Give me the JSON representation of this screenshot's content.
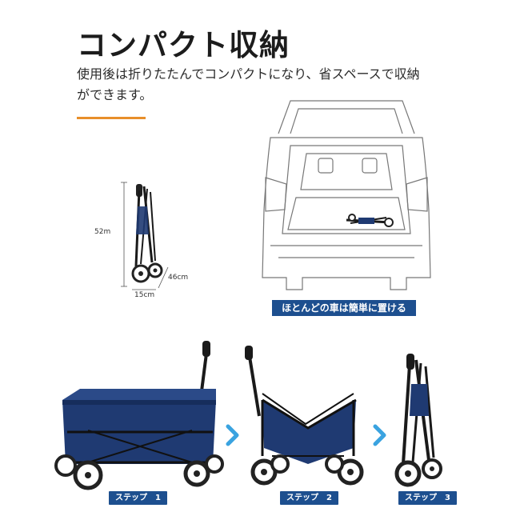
{
  "header": {
    "title": "コンパクト収納",
    "description": "使用後は折りたたんでコンパクトになり、省スペースで収納ができます。",
    "accent_color": "#e88f2a"
  },
  "dimensions": {
    "height": "52m",
    "depth": "46cm",
    "width": "15cm"
  },
  "car": {
    "caption": "ほとんどの車は簡単に置ける"
  },
  "steps": [
    {
      "label": "ステップ　1"
    },
    {
      "label": "ステップ　2"
    },
    {
      "label": "ステップ　3"
    }
  ],
  "colors": {
    "badge": "#1d4f8f",
    "fabric": "#1f3a72",
    "arrow": "#3aa3e0"
  },
  "icons": [
    "chevron-right-icon",
    "chevron-right-icon"
  ]
}
